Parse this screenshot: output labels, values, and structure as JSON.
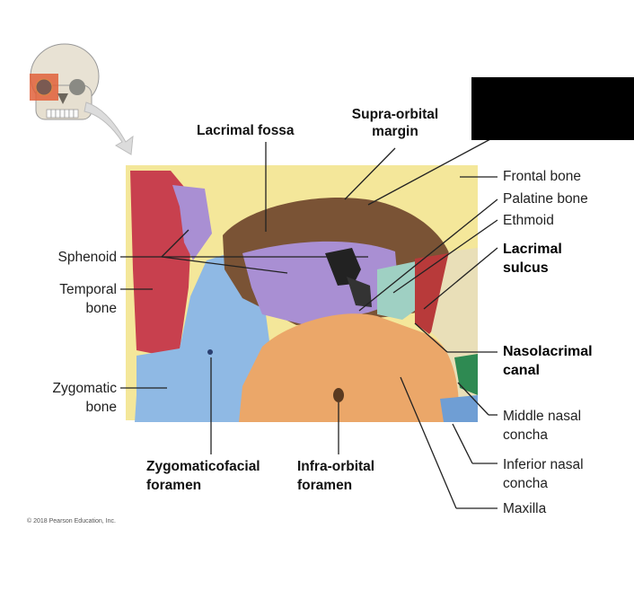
{
  "labels": {
    "lacrimal_fossa": "Lacrimal fossa",
    "supra_orbital_line1": "Supra-orbital",
    "supra_orbital_line2": "margin",
    "frontal_bone": "Frontal bone",
    "palatine_bone": "Palatine bone",
    "ethmoid": "Ethmoid",
    "lacrimal_sulcus_line1": "Lacrimal",
    "lacrimal_sulcus_line2": "sulcus",
    "sphenoid": "Sphenoid",
    "temporal_line1": "Temporal",
    "temporal_line2": "bone",
    "nasolacrimal_line1": "Nasolacrimal",
    "nasolacrimal_line2": "canal",
    "zygomatic_line1": "Zygomatic",
    "zygomatic_line2": "bone",
    "middle_nasal_line1": "Middle nasal",
    "middle_nasal_line2": "concha",
    "zygomaticofacial_line1": "Zygomaticofacial",
    "zygomaticofacial_line2": "foramen",
    "infraorbital_line1": "Infra-orbital",
    "infraorbital_line2": "foramen",
    "inferior_nasal_line1": "Inferior nasal",
    "inferior_nasal_line2": "concha",
    "maxilla": "Maxilla"
  },
  "copyright": "© 2018 Pearson Education, Inc.",
  "colors": {
    "frontal": "#f4e79a",
    "sphenoid": "#a98fd3",
    "temporal": "#c8404e",
    "zygomatic": "#8fb9e4",
    "maxilla": "#eba769",
    "ethmoid": "#9fd0c3",
    "lacrimal": "#b83a3a",
    "palatine": "#f0e0a0",
    "concha_middle": "#2e8a52",
    "concha_inferior": "#6f9ed4"
  }
}
